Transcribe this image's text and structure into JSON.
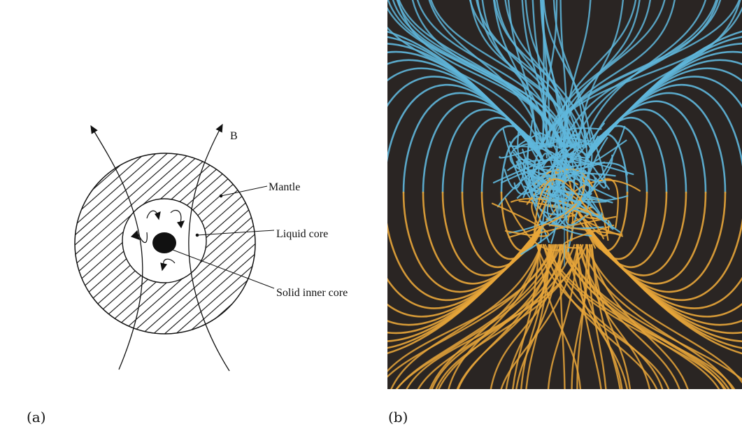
{
  "panel_a": {
    "field_label": "B",
    "mantle_label": "Mantle",
    "liquid_core_label": "Liquid core",
    "inner_core_label": "Solid inner core",
    "subfig_label": "(a)"
  },
  "panel_b": {
    "subfig_label": "(b)",
    "colors": {
      "background": "#2a2523",
      "north_field_lines": "#5fb7dc",
      "south_field_lines": "#e8a63a"
    }
  }
}
